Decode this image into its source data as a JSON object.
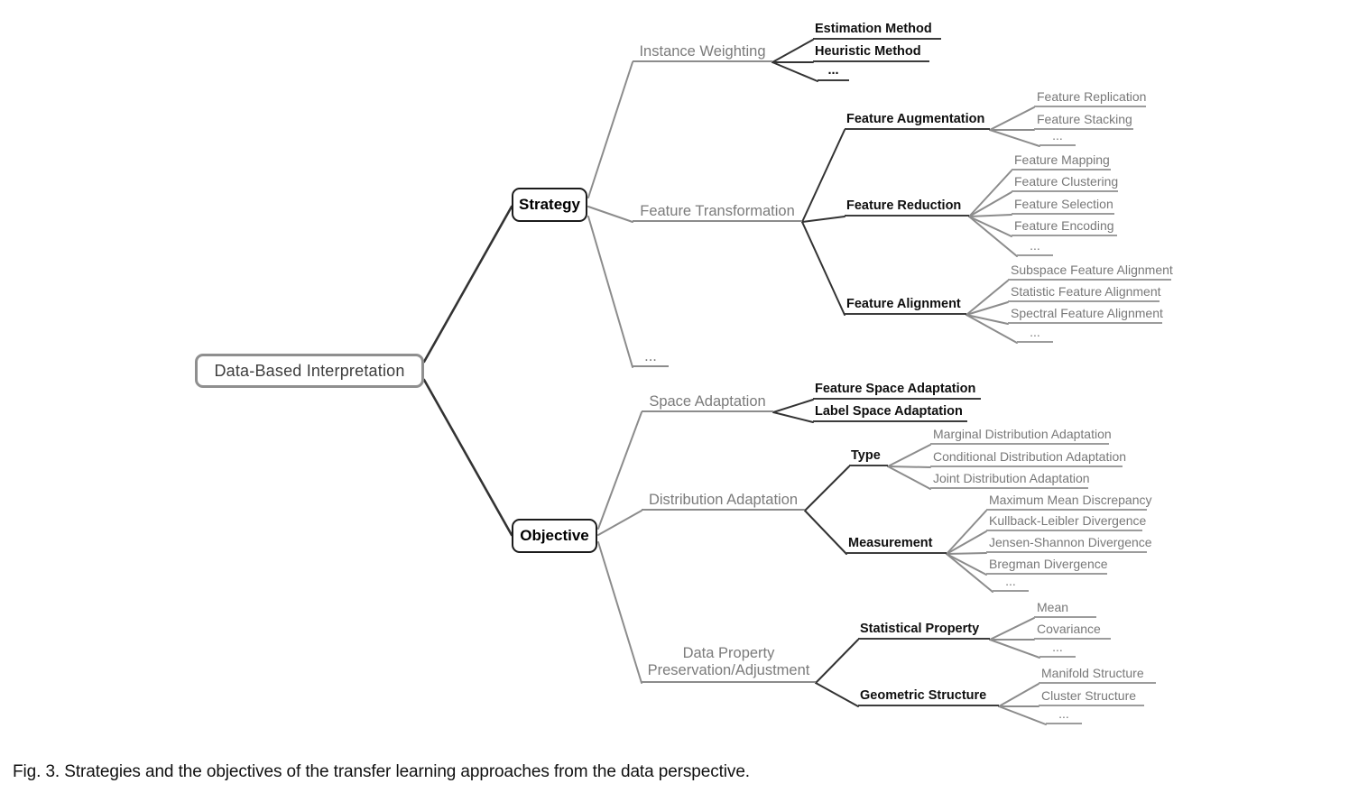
{
  "colors": {
    "line_dark": "#333333",
    "line_gray": "#8c8c8c",
    "text_gray": "#7b7b7b",
    "text_dark": "#111111",
    "root_border": "#8f8f8f",
    "main_border": "#1b1b1b"
  },
  "caption": "Fig. 3. Strategies and the objectives of the transfer learning approaches from the data perspective.",
  "tree": {
    "root": {
      "label": "Data-Based Interpretation"
    },
    "branches": [
      {
        "label": "Strategy",
        "children": [
          {
            "label": "Instance Weighting",
            "children": [
              {
                "label": "Estimation Method"
              },
              {
                "label": "Heuristic Method"
              },
              {
                "label": "..."
              }
            ]
          },
          {
            "label": "Feature Transformation",
            "children": [
              {
                "label": "Feature Augmentation",
                "children": [
                  {
                    "label": "Feature Replication"
                  },
                  {
                    "label": "Feature Stacking"
                  },
                  {
                    "label": "..."
                  }
                ]
              },
              {
                "label": "Feature Reduction",
                "children": [
                  {
                    "label": "Feature Mapping"
                  },
                  {
                    "label": "Feature Clustering"
                  },
                  {
                    "label": "Feature Selection"
                  },
                  {
                    "label": "Feature Encoding"
                  },
                  {
                    "label": "..."
                  }
                ]
              },
              {
                "label": "Feature Alignment",
                "children": [
                  {
                    "label": "Subspace Feature Alignment"
                  },
                  {
                    "label": "Statistic Feature Alignment"
                  },
                  {
                    "label": "Spectral Feature Alignment"
                  },
                  {
                    "label": "..."
                  }
                ]
              }
            ]
          },
          {
            "label": "..."
          }
        ]
      },
      {
        "label": "Objective",
        "children": [
          {
            "label": "Space Adaptation",
            "children": [
              {
                "label": "Feature Space Adaptation"
              },
              {
                "label": "Label Space Adaptation"
              }
            ]
          },
          {
            "label": "Distribution Adaptation",
            "children": [
              {
                "label": "Type",
                "children": [
                  {
                    "label": "Marginal Distribution Adaptation"
                  },
                  {
                    "label": "Conditional Distribution Adaptation"
                  },
                  {
                    "label": "Joint Distribution Adaptation"
                  }
                ]
              },
              {
                "label": "Measurement",
                "children": [
                  {
                    "label": "Maximum Mean Discrepancy"
                  },
                  {
                    "label": "Kullback-Leibler Divergence"
                  },
                  {
                    "label": "Jensen-Shannon Divergence"
                  },
                  {
                    "label": "Bregman Divergence"
                  },
                  {
                    "label": "..."
                  }
                ]
              }
            ]
          },
          {
            "label": "Data Property Preservation/Adjustment",
            "children": [
              {
                "label": "Statistical Property",
                "children": [
                  {
                    "label": "Mean"
                  },
                  {
                    "label": "Covariance"
                  },
                  {
                    "label": "..."
                  }
                ]
              },
              {
                "label": "Geometric Structure",
                "children": [
                  {
                    "label": "Manifold Structure"
                  },
                  {
                    "label": "Cluster Structure"
                  },
                  {
                    "label": "..."
                  }
                ]
              }
            ]
          }
        ]
      }
    ]
  }
}
